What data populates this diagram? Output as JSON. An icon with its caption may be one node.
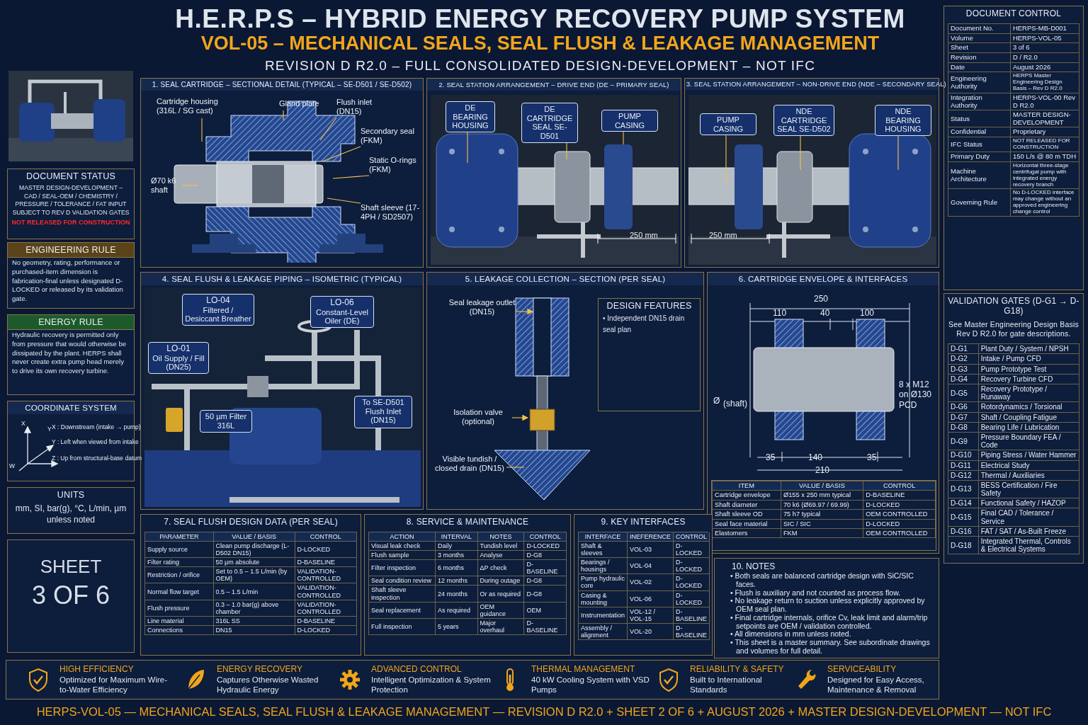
{
  "diagram": {
    "title": "H.E.R.P.S – HYBRID ENERGY RECOVERY PUMP SYSTEM",
    "nodes": [
      {
        "text": [
          "DOCUMENT STATUS",
          "MASTER DESIGN-DEVELOPMENT – CAD / SEAL-OEM / CHEMISTRY / PRESSURE / TOLERANCE / FAT INPUT SUBJECT TO REV D VALIDATION GATES",
          "NOT RELEASED FOR CONSTRUCTION"
        ]
      },
      {
        "text": [
          "ENGINEERING RULE",
          "No geometry, rating, performance or purchased-item dimension is fabrication-final unless designated D-LOCKED or released by its validation gate."
        ]
      },
      {
        "text": [
          "ENERGY RULE",
          "Hydraulic recovery is permitted only from pressure that would otherwise be dissipated by the plant. HERPS shall never create extra pump head merely to drive its own recovery turbine."
        ]
      },
      {
        "text": [
          "COORDINATE SYSTEM",
          "X",
          "Y",
          "W",
          "X : Downstream (intake → pump)",
          "Y : Left when viewed from intake",
          "Z : Up from structural-base datum"
        ]
      },
      {
        "text": [
          "UNITS",
          "mm, SI, bar(g), °C, L/min, µm unless noted"
        ]
      },
      {
        "text": [
          "SHEET",
          "3 OF 6"
        ]
      },
      {
        "text": [
          "1. SEAL CARTRIDGE – SECTIONAL DETAIL (TYPICAL – SE-D501 / SE-D502)"
        ]
      },
      {
        "text": [
          "Cartridge housing (316L / SG cast)"
        ],
        "in": 6
      },
      {
        "text": [
          "Gland plate"
        ],
        "in": 6
      },
      {
        "text": [
          "Flush inlet (DN15)"
        ],
        "in": 6
      },
      {
        "text": [
          "Secondary seal (FKM)"
        ],
        "in": 6
      },
      {
        "text": [
          "Static O-rings (FKM)"
        ],
        "in": 6
      },
      {
        "text": [
          "Ø70 k6 shaft"
        ],
        "in": 6
      },
      {
        "text": [
          "Shaft sleeve (17-4PH / SD2507)"
        ],
        "in": 6
      },
      {
        "text": [
          "2. SEAL STATION ARRANGEMENT – DRIVE END (DE – PRIMARY SEAL)",
          "250 mm"
        ]
      },
      {
        "text": [
          "DE BEARING HOUSING"
        ],
        "in": 14
      },
      {
        "text": [
          "DE CARTRIDGE SEAL SE-D501"
        ],
        "in": 14
      },
      {
        "text": [
          "PUMP CASING"
        ],
        "in": 14
      },
      {
        "text": [
          "3. SEAL STATION ARRANGEMENT – NON-DRIVE END (NDE – SECONDARY SEAL)",
          "250 mm"
        ]
      },
      {
        "text": [
          "PUMP CASING"
        ],
        "in": 18
      },
      {
        "text": [
          "NDE CARTRIDGE SEAL SE-D502"
        ],
        "in": 18
      },
      {
        "text": [
          "NDE BEARING HOUSING"
        ],
        "in": 18
      },
      {
        "text": [
          "4. SEAL FLUSH & LEAKAGE PIPING – ISOMETRIC (TYPICAL)"
        ]
      },
      {
        "text": [
          "LO-04",
          "Filtered / Desiccant Breather"
        ],
        "in": 22
      },
      {
        "text": [
          "LO-06",
          "Constant-Level Oiler (DE)"
        ],
        "in": 22
      },
      {
        "text": [
          "LO-01",
          "Oil Supply / Fill (DN25)"
        ],
        "in": 22
      },
      {
        "text": [
          "50 µm Filter 316L"
        ],
        "in": 22
      },
      {
        "text": [
          "To SE-D501 Flush Inlet (DN15)"
        ],
        "in": 22
      },
      {
        "text": [
          "5. LEAKAGE COLLECTION – SECTION (PER SEAL)"
        ]
      },
      {
        "text": [
          "Seal leakage outlet (DN15)"
        ],
        "in": 28
      },
      {
        "text": [
          "Isolation valve (optional)"
        ],
        "in": 28
      },
      {
        "text": [
          "Visible tundish / closed drain (DN15)"
        ],
        "in": 28
      },
      {
        "text": [
          "DESIGN FEATURES",
          "• Independent DN15 drain",
          "seal plan"
        ],
        "in": 28
      },
      {
        "text": [
          "6. CARTRIDGE ENVELOPE & INTERFACES",
          "250",
          "110",
          "40",
          "100",
          "8 x M12 on Ø130 PCD",
          "Ø",
          "(shaft)",
          "35",
          "140",
          "35",
          "210"
        ]
      },
      {
        "text": [
          "ITEM",
          "VALUE / BASIS",
          "CONTROL",
          "Cartridge envelope",
          "Ø155 x 250 mm typical",
          "D-BASELINE",
          "Shaft diameter",
          "70 k6 (Ø69.97 / 69.99)",
          "D-LOCKED",
          "Shaft sleeve OD",
          "75 h7 typical",
          "OEM CONTROLLED",
          "Seal face material",
          "SIC / SIC",
          "D-LOCKED",
          "Elastomers",
          "FKM",
          "OEM CONTROLLED"
        ],
        "in": 33
      },
      {
        "text": [
          "7. SEAL FLUSH DESIGN DATA (PER SEAL)",
          "PARAMETER",
          "VALUE / BASIS",
          "CONTROL",
          "Supply source",
          "Clean pump discharge (L-D502 DN15)",
          "D-LOCKED",
          "Filter rating",
          "50 µm absolute",
          "D-BASELINE",
          "Restriction / orifice",
          "Set to 0.5 – 1.5 L/min (by OEM)",
          "VALIDATION-CONTROLLED",
          "Normal flow target",
          "0.5 – 1.5 L/min",
          "VALIDATION-CONTROLLED",
          "Flush pressure",
          "0.3 – 1.0 bar(g) above chamber",
          "VALIDATION-CONTROLLED",
          "Line material",
          "316L SS",
          "D-BASELINE",
          "Connections",
          "DN15",
          "D-LOCKED"
        ]
      },
      {
        "text": [
          "8. SERVICE & MAINTENANCE",
          "ACTION",
          "INTERVAL",
          "NOTES",
          "CONTROL",
          "Visual leak check",
          "Daily",
          "Tundish level",
          "D-LOCKED",
          "Flush sample",
          "3 months",
          "Analyse",
          "D-G8",
          "Filter inspection",
          "6 months",
          "ΔP check",
          "D-BASELINE",
          "Seal condition review",
          "12 months",
          "During outage",
          "D-G8",
          "Shaft sleeve inspection",
          "24 months",
          "Or as required",
          "D-G8",
          "Seal replacement",
          "As required",
          "OEM guidance",
          "OEM",
          "Full inspection",
          "5 years",
          "Major overhaul",
          "D-BASELINE"
        ]
      },
      {
        "text": [
          "9. KEY INTERFACES",
          "INTERFACE",
          "INEFERENCE",
          "CONTROL",
          "Shaft & sleeves",
          "VOL-03",
          "D-LOCKED",
          "Bearings / housings",
          "VOL-04",
          "D-LOCKED",
          "Pump hydraulic core",
          "VOL-02",
          "D-LOCKED",
          "Casing & mounting",
          "VOL-06",
          "D-LOCKED",
          "Instrumentation",
          "VOL-12 / VOL-15",
          "D-BASELINE",
          "Assembly / alignment",
          "VOL-20",
          "D-BASELINE"
        ]
      },
      {
        "text": [
          "10. NOTES",
          "• Both seals are balanced cartridge design with SiC/SIC faces.",
          "• Flush is auxiliary and not counted as process flow.",
          "• No leakage return to suction unless explicitly approved by OEM seal plan.",
          "• Final cartridge internals, orifice Cv, leak limit and alarm/trip setpoints are OEM / validation controlled.",
          "• All dimensions in mm unless noted.",
          "• This sheet is a master summary. See subordinate drawings and volumes for full detail."
        ]
      },
      {
        "text": [
          "DOCUMENT CONTROL",
          "Document No.",
          "HERPS-MB-D001",
          "Volume",
          "HERPS-VOL-05",
          "Sheet",
          "3 of 6",
          "Revision",
          "D / R2.0",
          "Date",
          "August 2026",
          "Engineering Authority",
          "HERPS Master Engineering Design Basis – Rev D R2.0",
          "Integration Authority",
          "HERPS-VOL-00 Rev D R2.0",
          "Status",
          "MASTER DESIGN-DEVELOPMENT",
          "Confidential",
          "Proprietary",
          "IFC Status",
          "NOT RELEASED FOR CONSTRUCTION",
          "Primary Duty",
          "150 L/s @ 80 m TDH",
          "Machine Architecture",
          "Horizontal three-stage centrifugal pump with integrated energy recovery branch",
          "Governing Rule",
          "No D-LOCKED interface may change without an approved engineering change control"
        ]
      },
      {
        "text": [
          "VALIDATION GATES (D-G1 → D-G18)",
          "See Master Engineering Design Basis Rev D R2.0 for gate descriptions.",
          "D-G1",
          "Plant Duty / System / NPSH",
          "D-G2",
          "Intake / Pump CFD",
          "D-G3",
          "Pump Prototype Test",
          "D-G4",
          "Recovery Turbine CFD",
          "D-G5",
          "Recovery Prototype / Runaway",
          "D-G6",
          "Rotordynamics / Torsional",
          "D-G7",
          "Shaft / Coupling Fatigue",
          "D-G8",
          "Bearing Life / Lubrication",
          "D-G9",
          "Pressure Boundary FEA / Code",
          "D-G10",
          "Piping Stress / Water Hammer",
          "D-G11",
          "Electrical Study",
          "D-G12",
          "Thermal / Auxiliaries",
          "D-G13",
          "BESS Certification / Fire Safety",
          "D-G14",
          "Functional Safety / HAZOP",
          "D-G15",
          "Final CAD / Tolerance / Service",
          "D-G16",
          "FAT / SAT / As-Built Freeze",
          "D-G18",
          "Integrated Thermal, Controls & Electrical Systems"
        ]
      },
      {
        "text": [
          "HIGH EFFICIENCY",
          "Optimized for Maximum Wire-to-Water Efficiency"
        ]
      },
      {
        "text": [
          "ENERGY RECOVERY",
          "Captures Otherwise Wasted Hydraulic Energy"
        ]
      },
      {
        "text": [
          "ADVANCED CONTROL",
          "Intelligent Optimization & System Protection"
        ]
      },
      {
        "text": [
          "THERMAL MANAGEMENT",
          "40 kW Cooling System with VSD Pumps"
        ]
      },
      {
        "text": [
          "RELIABILITY & SAFETY",
          "Built to International Standards"
        ]
      },
      {
        "text": [
          "SERVICEABILITY",
          "Designed for Easy Access, Maintenance & Removal"
        ]
      }
    ],
    "edges": [
      {
        "from": 7,
        "to": null,
        "arrow": "none"
      },
      {
        "from": 8,
        "to": null,
        "arrow": "none"
      },
      {
        "from": 9,
        "to": null,
        "arrow": "none"
      },
      {
        "from": 10,
        "to": null,
        "arrow": "none"
      },
      {
        "from": 11,
        "to": null,
        "arrow": "none"
      },
      {
        "from": 12,
        "to": null,
        "arrow": "none"
      },
      {
        "from": 13,
        "to": null,
        "arrow": "none"
      },
      {
        "from": 15,
        "to": null,
        "arrow": "none"
      },
      {
        "from": 16,
        "to": null,
        "arrow": "none"
      },
      {
        "from": 17,
        "to": null,
        "arrow": "none"
      },
      {
        "from": 19,
        "to": null,
        "arrow": "none"
      },
      {
        "from": 20,
        "to": null,
        "arrow": "none"
      },
      {
        "from": 21,
        "to": null,
        "arrow": "none"
      },
      {
        "from": 29,
        "to": null,
        "arrow": "to"
      },
      {
        "from": 30,
        "to": null,
        "arrow": "to"
      },
      {
        "from": 31,
        "to": null,
        "arrow": "none"
      }
    ],
    "labels": [
      "VOL-05 – MECHANICAL SEALS, SEAL FLUSH & LEAKAGE MANAGEMENT",
      "REVISION D R2.0 – FULL CONSOLIDATED DESIGN-DEVELOPMENT – NOT IFC",
      "HERPS-VOL-05 — MECHANICAL SEALS, SEAL FLUSH & LEAKAGE MANAGEMENT — REVISION D R2.0 + SHEET 2 OF 6 + AUGUST 2026 + MASTER DESIGN-DEVELOPMENT — NOT IFC"
    ]
  }
}
